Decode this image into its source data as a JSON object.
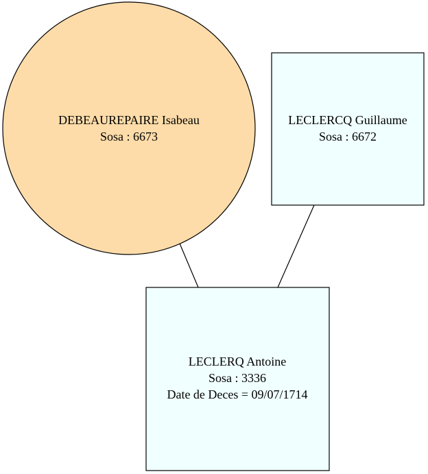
{
  "diagram": {
    "nodes": [
      {
        "id": "debeaurepaire-isabeau",
        "shape": "circle",
        "fill": "#FDDCA9",
        "stroke": "#000000",
        "lines": [
          "DEBEAUREPAIRE Isabeau",
          "Sosa : 6673"
        ]
      },
      {
        "id": "leclercq-guillaume",
        "shape": "box",
        "fill": "#F0FFFF",
        "stroke": "#000000",
        "lines": [
          "LECLERCQ Guillaume",
          "Sosa : 6672"
        ]
      },
      {
        "id": "leclerq-antoine",
        "shape": "box",
        "fill": "#F0FFFF",
        "stroke": "#000000",
        "lines": [
          "LECLERQ Antoine",
          "Sosa : 3336",
          "Date de Deces = 09/07/1714"
        ]
      }
    ],
    "edges": [
      {
        "from": "debeaurepaire-isabeau",
        "to": "leclerq-antoine"
      },
      {
        "from": "leclercq-guillaume",
        "to": "leclerq-antoine"
      }
    ]
  }
}
